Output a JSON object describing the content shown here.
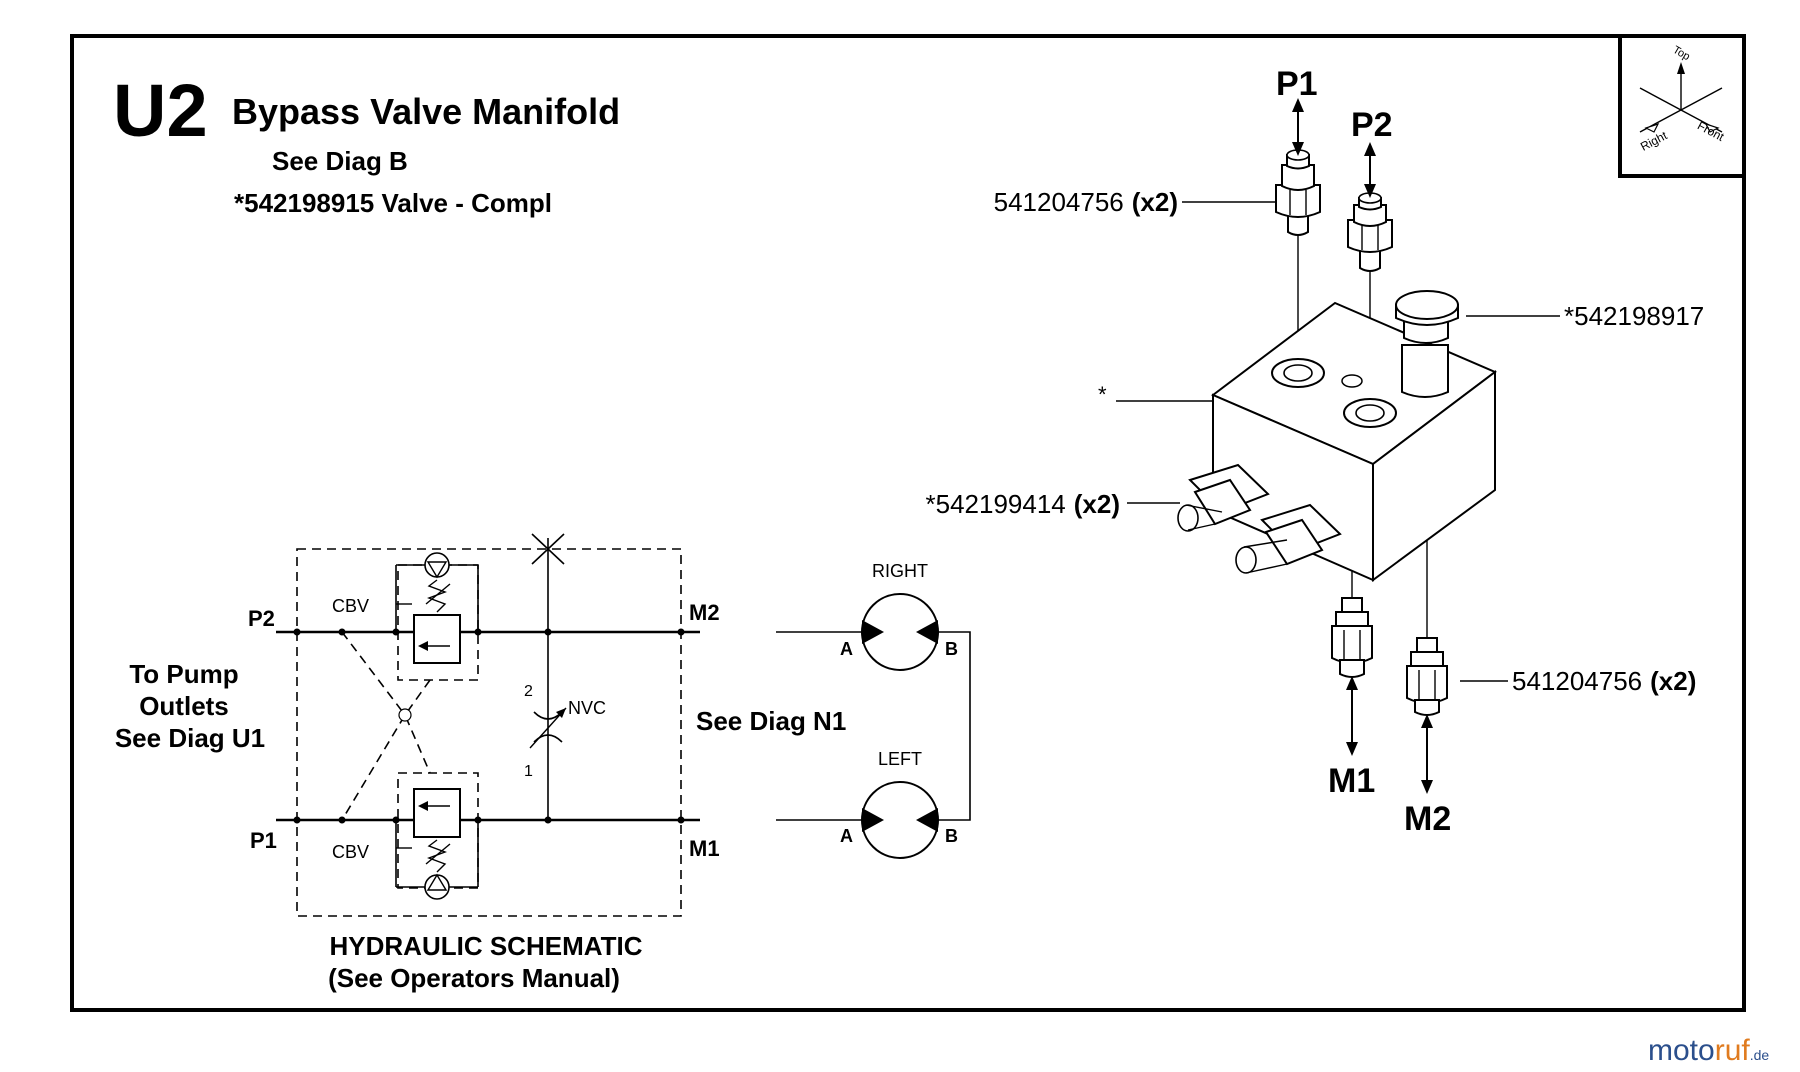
{
  "header": {
    "code": "U2",
    "title": "Bypass Valve Manifold",
    "see": "See Diag B",
    "valve": "*542198915 Valve - Compl"
  },
  "callouts": {
    "upper_fitting_num": "541204756",
    "upper_fitting_qty": "(x2)",
    "cap": "*542198917",
    "body": "*",
    "side_fitting_num": "*542199414",
    "side_fitting_qty": "(x2)",
    "lower_fitting_num": "541204756",
    "lower_fitting_qty": "(x2)"
  },
  "ports": {
    "p1": "P1",
    "p2": "P2",
    "m1": "M1",
    "m2": "M2"
  },
  "orientation": {
    "top": "Top",
    "right": "Right",
    "front": "Front"
  },
  "schematic": {
    "p2": "P2",
    "p1": "P1",
    "m2": "M2",
    "m1": "M1",
    "cbv_top": "CBV",
    "cbv_bottom": "CBV",
    "nvc": "NVC",
    "n2": "2",
    "n1": "1",
    "to_pump_1": "To Pump",
    "to_pump_2": "Outlets",
    "to_pump_3": "See Diag U1",
    "see_n1": "See Diag N1",
    "right": "RIGHT",
    "left": "LEFT",
    "a": "A",
    "b": "B",
    "title": "HYDRAULIC SCHEMATIC",
    "subtitle": "(See Operators Manual)"
  },
  "watermark": {
    "text1": "moto",
    "text2": "ruf",
    "text3": ".de"
  },
  "colors": {
    "line": "#000000",
    "watermark_blue": "#2b4f8c",
    "watermark_orange": "#e07b1f"
  }
}
